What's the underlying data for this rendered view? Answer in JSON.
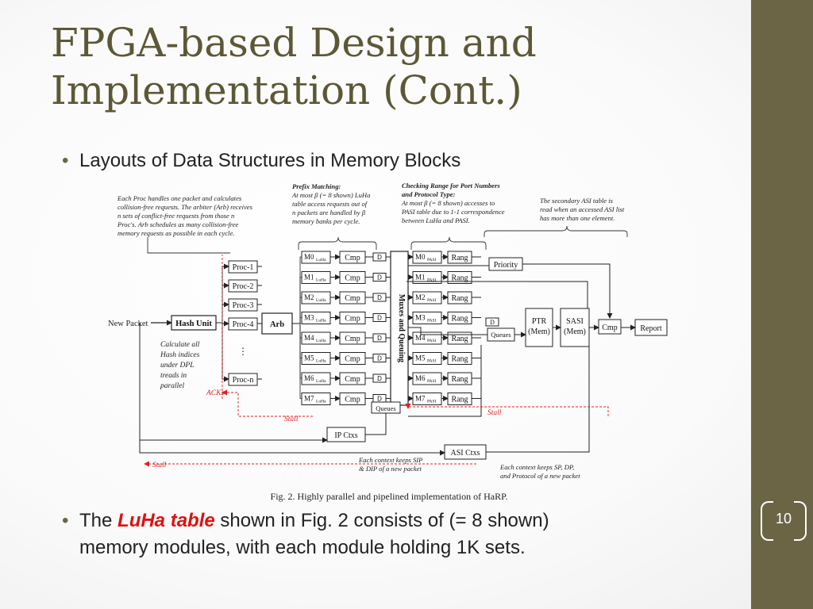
{
  "slide": {
    "title_line1": "FPGA-based Design and",
    "title_line2": "Implementation (Cont.)",
    "bullet1": "Layouts of Data Structures in Memory Blocks",
    "bullet2_pre": "The ",
    "bullet2_emph": "LuHa table",
    "bullet2_post_line1": " shown in Fig. 2 consists of (= 8 shown)",
    "bullet2_line2": "memory modules, with each module holding 1K sets.",
    "bullet_glyph": "•",
    "page_number": "10",
    "colors": {
      "title": "#5c5836",
      "sidebar": "#6b6546",
      "emphasis": "#e01010",
      "stall": "#e02020"
    }
  },
  "figure": {
    "caption": "Fig. 2.   Highly parallel and pipelined implementation of HaRP.",
    "note_proc": [
      "Each Proc handles one packet and calculates",
      "collision-free requests. The arbiter (Arb) receives",
      "n sets of conflict-free requests from those n",
      "Proc's.  Arb schedules as many collision-free",
      "memory requests as possible in each cycle."
    ],
    "note_prefix_title": "Prefix Matching:",
    "note_prefix": [
      "At most β (= 8 shown) LuHa",
      "table access requests out of",
      "n packets are handled by β",
      "memory banks per cycle."
    ],
    "note_range_title": [
      "Checking Range for Port Numbers",
      "and Protocol Type:"
    ],
    "note_range": [
      "At most β (= 8 shown) accesses to",
      "PASI table due to 1-1 correspondence",
      "between LuHa and PASI."
    ],
    "note_asi": [
      "The secondary ASI table is",
      "read when an accessed ASI list",
      "has more than one element."
    ],
    "note_hash": [
      "Calculate all",
      "Hash indices",
      "under DPL",
      "treads in",
      "parallel"
    ],
    "note_ipctx": [
      "Each context keeps SIP",
      "& DIP of a new packet"
    ],
    "note_asictx": [
      "Each context keeps SP, DP,",
      "and Protocol of a new packet"
    ],
    "label_new_packet": "New Packet",
    "label_hash_unit": "Hash Unit",
    "label_arb": "Arb",
    "procs": [
      "Proc-1",
      "Proc-2",
      "Proc-3",
      "Proc-4",
      "Proc-n"
    ],
    "luha_rows": [
      {
        "m": "M0",
        "sub": "LuHa"
      },
      {
        "m": "M1",
        "sub": "LuHa"
      },
      {
        "m": "M2",
        "sub": "LuHa"
      },
      {
        "m": "M3",
        "sub": "LuHa"
      },
      {
        "m": "M4",
        "sub": "LuHa"
      },
      {
        "m": "M5",
        "sub": "LuHa"
      },
      {
        "m": "M6",
        "sub": "LuHa"
      },
      {
        "m": "M7",
        "sub": "LuHa"
      }
    ],
    "pasi_rows": [
      {
        "m": "M0",
        "sub": "PASI"
      },
      {
        "m": "M1",
        "sub": "PASI"
      },
      {
        "m": "M2",
        "sub": "PASI"
      },
      {
        "m": "M3",
        "sub": "PASI"
      },
      {
        "m": "M4",
        "sub": "PASI"
      },
      {
        "m": "M5",
        "sub": "PASI"
      },
      {
        "m": "M6",
        "sub": "PASI"
      },
      {
        "m": "M7",
        "sub": "PASI"
      }
    ],
    "label_cmp": "Cmp",
    "label_d": "D",
    "label_rang": "Rang",
    "label_mux": "Muxes and Queuing",
    "label_queues": "Queues",
    "label_priority": "Priority",
    "label_ptr": [
      "PTR",
      "(Mem)"
    ],
    "label_sasi": [
      "SASI",
      "(Mem)"
    ],
    "label_report": "Report",
    "label_ip_ctxs": "IP Ctxs",
    "label_asi_ctxs": "ASI Ctxs",
    "label_stall": "Stall",
    "label_acks": "ACKs"
  }
}
